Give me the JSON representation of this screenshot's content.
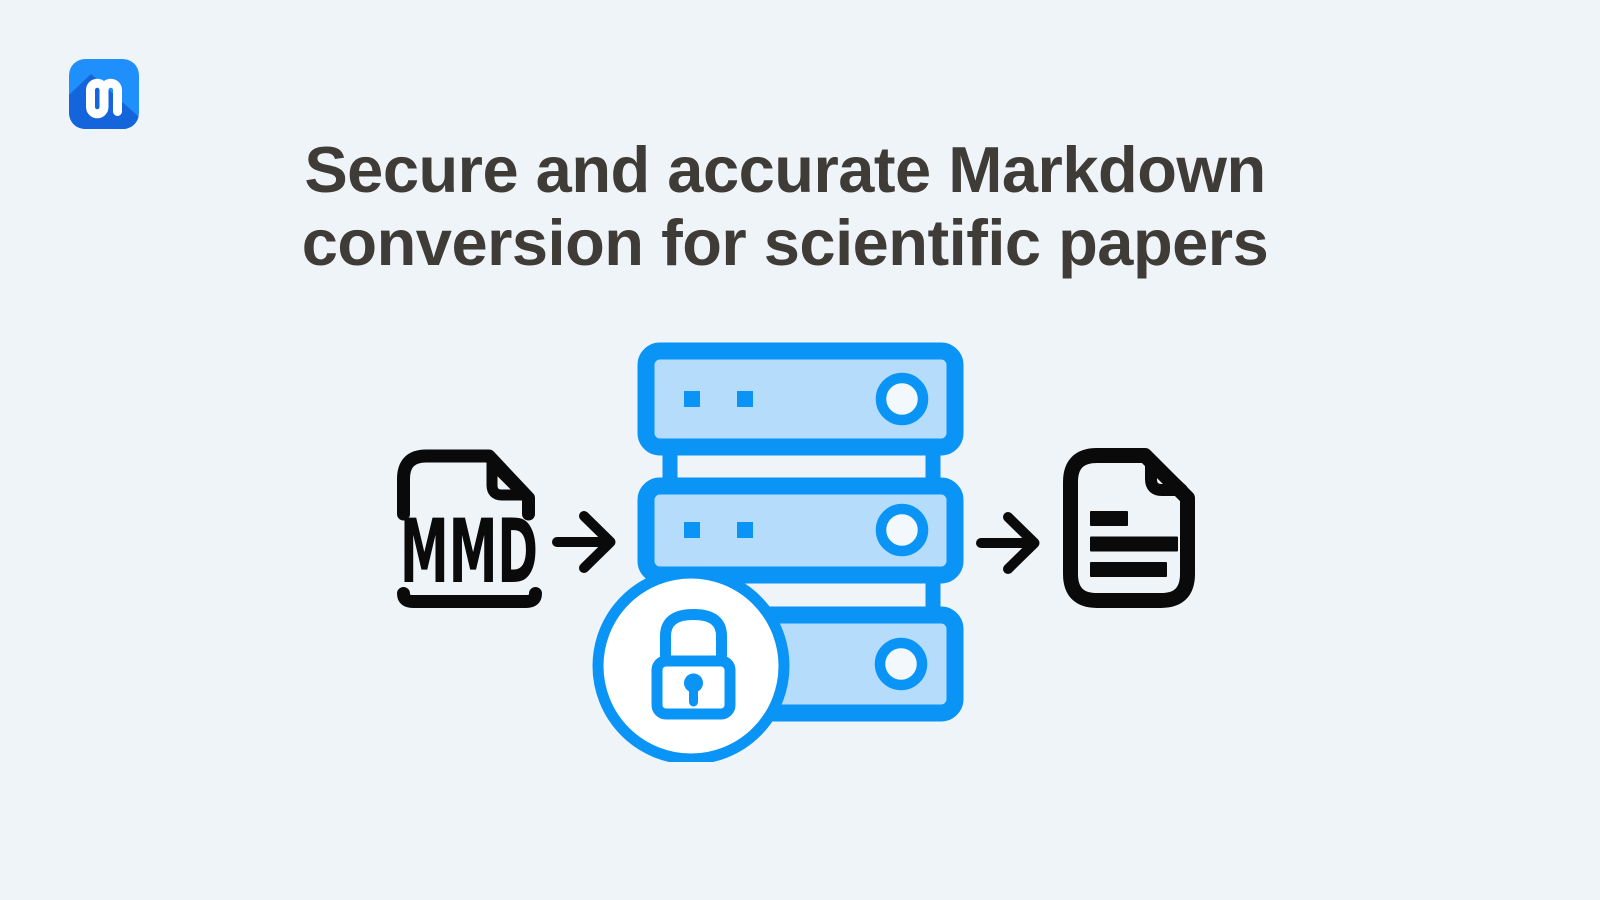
{
  "page": {
    "background_color": "#EFF4F9",
    "kind": "marketing hero graphic"
  },
  "logo": {
    "name": "mathpix-app-logo",
    "primary_color": "#1E8FFB",
    "shadow_color": "#1464DB",
    "glyph_color": "#FFFFFF"
  },
  "heading": {
    "line1": "Secure and accurate Markdown",
    "line2": "conversion for scientific papers",
    "color": "#3F3B37"
  },
  "diagram": {
    "flow": [
      "mmd-file",
      "arrow-right",
      "secure-server-stack",
      "arrow-right",
      "document"
    ],
    "input_file_label": "MMD",
    "icon_color": "#0A0A0A",
    "server_stack": {
      "units": 3,
      "border_color": "#0994F6",
      "fill_color": "#B5DDFB",
      "led_squares_per_unit": 2,
      "drive_circle_fill": "#F3F8FC"
    },
    "lock_badge": {
      "color": "#0994F6",
      "background": "#FFFFFF"
    },
    "output_document_lines": 3
  },
  "icons": {
    "logo_glyph": "stylized-m-monogram",
    "input": "mmd-file-icon",
    "flow": "arrow-right-icon",
    "processor": "server-stack-icon",
    "security": "lock-badge-icon",
    "output": "document-icon"
  }
}
